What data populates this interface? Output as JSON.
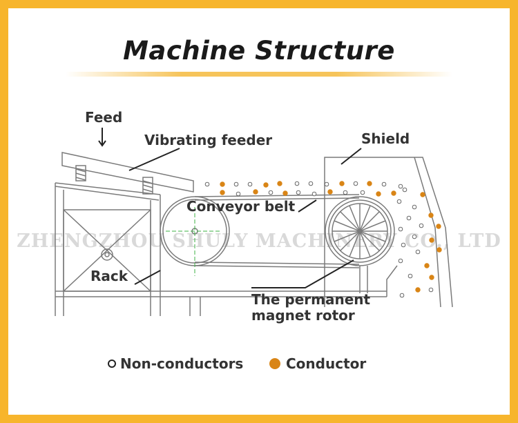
{
  "title": "Machine Structure",
  "watermark": "ZHENGZHOU SHULY MACHINERY CO., LTD",
  "labels": {
    "feed": "Feed",
    "vibrating_feeder": "Vibrating feeder",
    "shield": "Shield",
    "conveyor_belt": "Conveyor belt",
    "rack": "Rack",
    "rotor_line1": "The permanent",
    "rotor_line2": "magnet rotor"
  },
  "legend": {
    "non_conductors": "Non-conductors",
    "conductor": "Conductor"
  },
  "colors": {
    "frame": "#f7b52c",
    "conductor": "#d98516",
    "line": "#777777"
  }
}
